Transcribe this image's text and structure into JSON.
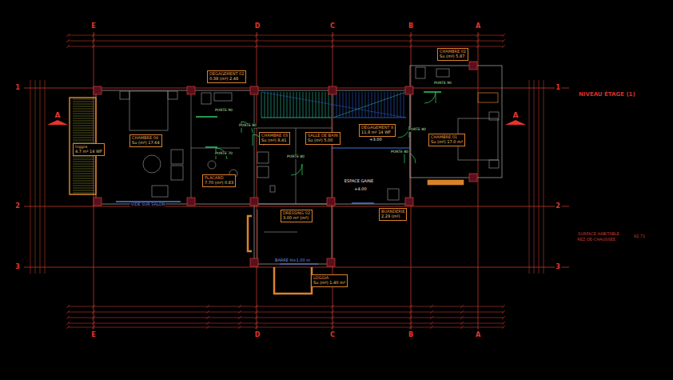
{
  "diagram": {
    "title": "NIVEAU ÉTAGE (1)",
    "nodes": [
      {
        "text": [
          "loggia",
          "4.7 m² 14 WF"
        ]
      },
      {
        "text": [
          "CHAMBRE 04",
          "Su (m²) 17.64"
        ]
      },
      {
        "text": [
          "DÉGAGEMENT 02",
          "0.38 (m²) 2.48"
        ]
      },
      {
        "text": [
          "CHAMBRE 03",
          "Su (m²) 8.41"
        ]
      },
      {
        "text": [
          "SALLE DE BAIN",
          "Su (m²) 5.00"
        ]
      },
      {
        "text": [
          "DÉGAGEMENT 8",
          "11.8 m² 14 WF"
        ]
      },
      {
        "text": [
          "CHAMBRE 01",
          "Su (m²) 17.0 m²"
        ]
      },
      {
        "text": [
          "CHAMBRE 02",
          "Su (m²) 5.87"
        ]
      },
      {
        "text": [
          "DRESSING 02",
          "3.00 m² (m²)"
        ]
      },
      {
        "text": [
          "BUANDERIE",
          "2.29 (m²)"
        ]
      },
      {
        "text": [
          "LOGGIA",
          "Su (m²) 1.40 m²"
        ]
      },
      {
        "text": [
          "PLACARD",
          "7.70 (m²) 0.83"
        ]
      }
    ],
    "labels": [
      "E",
      "D",
      "C",
      "B",
      "A",
      "E",
      "D",
      "C",
      "B",
      "A",
      "1",
      "2",
      "3",
      "1",
      "2",
      "3",
      "A",
      "A",
      "SURFACE HABITABLE",
      "REZ-DE-CHAUSSÉE",
      "92.71",
      "+3.00",
      "ESPACE GAINE",
      "+4.00",
      "VIDE SUR SALON",
      "BARRE H=1.00 m",
      "PORTE 90",
      "PORTE 80",
      "PORTE 80",
      "PORTE 80",
      "PORTE 80",
      "PORTE 70",
      "PORTE 90"
    ]
  }
}
